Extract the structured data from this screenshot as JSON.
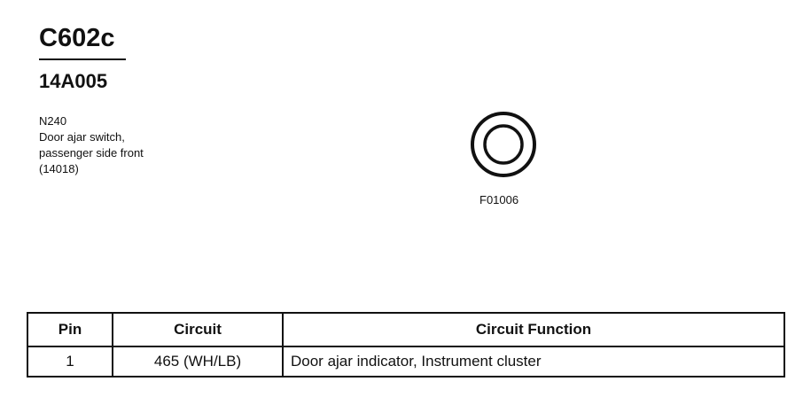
{
  "header": {
    "connector_id": "C602c",
    "part_number": "14A005"
  },
  "description": {
    "lines": [
      "N240",
      "Door ajar switch,",
      "passenger side front",
      "(14018)"
    ]
  },
  "figure": {
    "code": "F01006",
    "icon": "connector-face-icon"
  },
  "table": {
    "headers": {
      "pin": "Pin",
      "circuit": "Circuit",
      "function": "Circuit Function"
    },
    "rows": [
      {
        "pin": "1",
        "circuit": "465 (WH/LB)",
        "function": "Door ajar indicator, Instrument cluster"
      }
    ]
  }
}
